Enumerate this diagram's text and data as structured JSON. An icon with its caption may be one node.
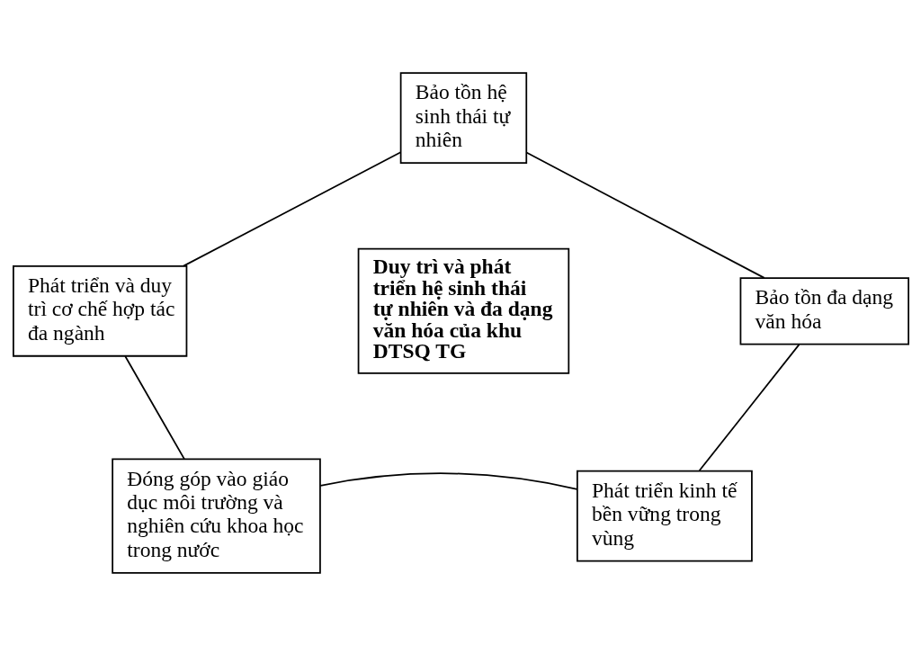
{
  "diagram": {
    "nodes": [
      {
        "text": [
          "Bảo tồn hệ sinh thái tự nhiên"
        ]
      },
      {
        "text": [
          "Phát triển và duy trì cơ chế hợp tác đa ngành"
        ]
      },
      {
        "text": [
          "Duy trì và phát triển hệ sinh thái tự nhiên và đa dạng văn hóa của khu DTSQ TG"
        ]
      },
      {
        "text": [
          "Bảo tồn đa dạng văn hóa"
        ]
      },
      {
        "text": [
          "Đóng góp vào giáo dục môi trường và nghiên cứu khoa học trong nước"
        ]
      },
      {
        "text": [
          "Phát triển kinh tế bền vững trong vùng"
        ]
      }
    ],
    "edges": [
      {
        "from": 0,
        "to": 3,
        "arrow": "none"
      },
      {
        "from": 3,
        "to": 5,
        "arrow": "none"
      },
      {
        "from": 5,
        "to": 4,
        "arrow": "none"
      },
      {
        "from": 4,
        "to": 1,
        "arrow": "none"
      },
      {
        "from": 1,
        "to": 0,
        "arrow": "none"
      }
    ]
  }
}
